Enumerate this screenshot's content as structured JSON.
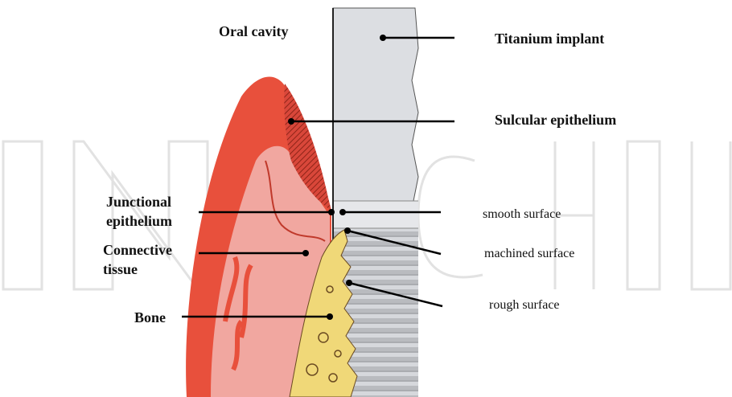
{
  "colors": {
    "gingiva_outer": "#e8503c",
    "gingiva_inner": "#f2a8a0",
    "epithelium_hatch": "#b83024",
    "bone": "#f0d878",
    "bone_pores": "#6a4a22",
    "implant": "#d4d6da",
    "implant_threads": "#9a9ca0",
    "watermark": "#e4e4e4"
  },
  "labels": {
    "oral_cavity": "Oral cavity",
    "titanium_implant": "Titanium implant",
    "sulcular_epithelium": "Sulcular epithelium",
    "junctional_epithelium_1": "Junctional",
    "junctional_epithelium_2": "epithelium",
    "connective_tissue_1": "Connective",
    "connective_tissue_2": "tissue",
    "bone": "Bone",
    "smooth_surface": "smooth surface",
    "machined_surface": "machined surface",
    "rough_surface": "rough surface"
  }
}
